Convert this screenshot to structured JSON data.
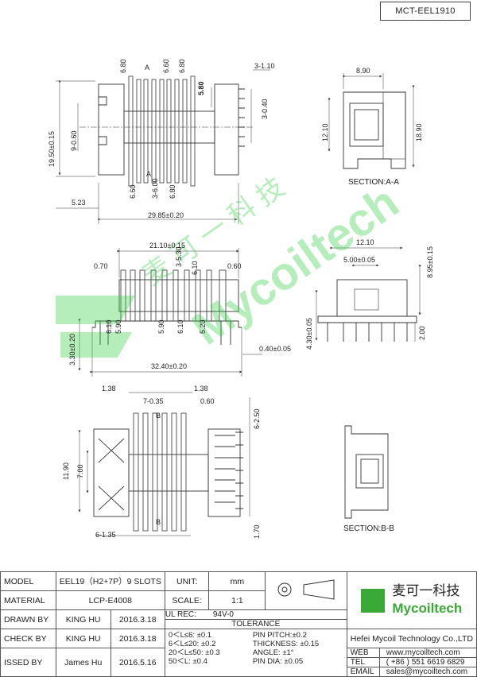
{
  "drawing_code": "MCT-EEL1910",
  "views": {
    "top_dims": {
      "c": "6.80",
      "a": "A",
      "f": "6.60",
      "h": "6.80",
      "j": "3-1.10",
      "i": "5.80",
      "k": "3-0.40",
      "b": "19.50±0.15",
      "d9": "9-0.60",
      "d": "6.60",
      "e": "3-6.00",
      "g": "6.80",
      "left": "5.23",
      "a_bottom": "A",
      "total": "29.85±0.20"
    },
    "sec_a": {
      "m": "8.90",
      "k": "12.10",
      "l": "18.90",
      "caption": "SECTION:A-A"
    },
    "front_dims": {
      "t": "21.10±0.15",
      "s": "0.70",
      "w": "3-5.30",
      "r": "0.60",
      "y": "6.10",
      "u": "6.10",
      "u2": "5.90",
      "v": "5.90",
      "z": "6.10",
      "a1": "5.20",
      "pin": "0.40±0.05",
      "b1": "3.30±0.20",
      "c1": "32.40±0.20"
    },
    "side_dims": {
      "n": "12.10",
      "o": "5.00±0.05",
      "q": "8.95±0.15",
      "p": "4.30±0.05",
      "h2": "2.00"
    },
    "bottom_dims": {
      "d1": "1.38",
      "e1": "7-0.35",
      "g1": "1.38",
      "h1": "0.60",
      "b": "B",
      "v1": "11.90",
      "v2": "7.00",
      "r1": "6-2.50",
      "f1": "6-1.35",
      "bottom": "1.70"
    },
    "sec_b": {
      "caption": "SECTION:B-B"
    }
  },
  "watermark": {
    "cn": "麦 可 一 科 技",
    "en": "Mycoiltech"
  },
  "title_block": {
    "model_label": "MODEL",
    "model": "EEL19（H2+7P）9 SLOTS",
    "unit_label": "UNIT:",
    "unit": "mm",
    "material_label": "MATERIAL",
    "material": "LCP-E4008",
    "scale_label": "SCALE:",
    "scale": "1:1",
    "ulrec_label": "UL REC:",
    "ulrec": "94V-0",
    "drawn_label": "DRAWN BY",
    "drawn": "KING HU",
    "drawn_date": "2016.3.18",
    "check_label": "CHECK BY",
    "check": "KING HU",
    "check_date": "2016.3.18",
    "issued_label": "ISSED BY",
    "issued": "James Hu",
    "issued_date": "2016.5.16",
    "tolerance_label": "TOLERANCE",
    "tol1": "0＜L≤6:  ±0.1",
    "tol2": "6＜L≤20:  ±0.2",
    "tol3": "20＜L≤50:  ±0.3",
    "tol4": "50＜L:  ±0.4",
    "tol5": "PIN PITCH:±0.2",
    "tol6": "THICKNESS: ±0.15",
    "tol7": "ANGLE: ±1°",
    "tol8": "PIN DIA: ±0.05",
    "company_cn": "麦可一科技",
    "company_en": "Mycoiltech",
    "company_full": "Hefei Mycoil Technology Co.,LTD",
    "web_label": "WEB",
    "web": "www.mycoiltech.com",
    "tel_label": "TEL",
    "tel": "( +86 ) 551 6619 6829",
    "email_label": "EMAIL",
    "email": "sales@mycoiltech.com"
  },
  "colors": {
    "line": "#333333",
    "watermark": "#2ecc40",
    "logo_green": "#3aa935"
  }
}
